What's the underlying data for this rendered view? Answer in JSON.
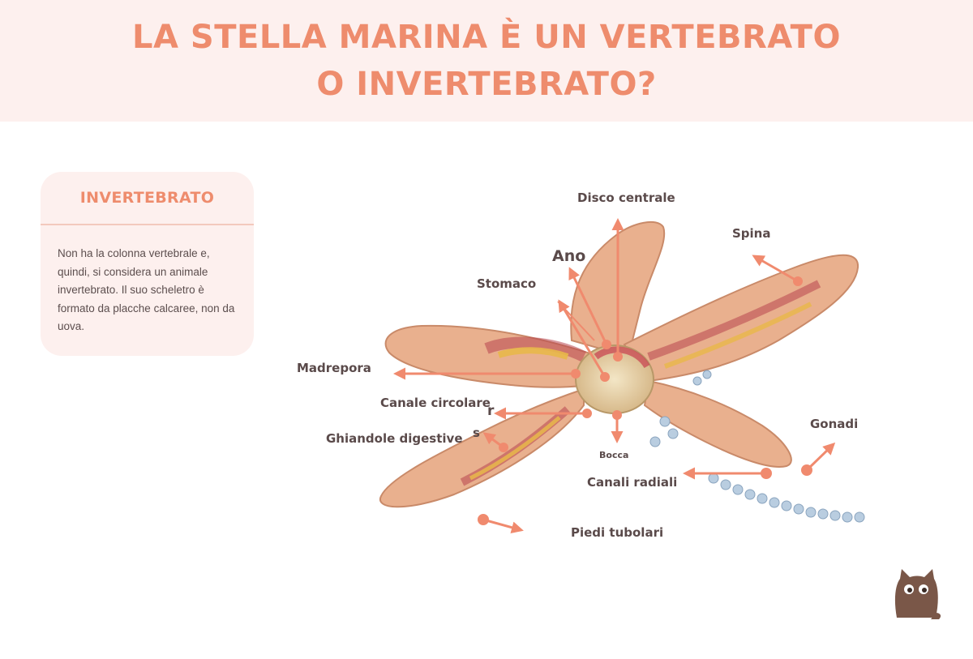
{
  "header": {
    "title": "LA STELLA MARINA È UN VERTEBRATO O INVERTEBRATO?"
  },
  "card": {
    "title": "INVERTEBRATO",
    "body": "Non ha la colonna vertebrale e, quindi, si considera un animale invertebrato. Il suo scheletro è formato da placche calcaree, non da uova."
  },
  "diagram": {
    "labels": {
      "disco_centrale": "Disco centrale",
      "spina": "Spina",
      "ano": "Ano",
      "stomaco": "Stomaco",
      "madrepora": "Madrepora",
      "canale_circolare": "Canale circolare",
      "ghiandole_digestive": "Ghiandole digestive",
      "bocca": "Bocca",
      "canali_radiali": "Canali radiali",
      "gonadi": "Gonadi",
      "piedi_tubolari": "Piedi tubolari",
      "r": "r",
      "s": "s"
    },
    "colors": {
      "arrow": "#f08a6e",
      "flesh": "#e9b08e",
      "inner": "#b8454f",
      "gonad": "#e8b84a"
    }
  }
}
